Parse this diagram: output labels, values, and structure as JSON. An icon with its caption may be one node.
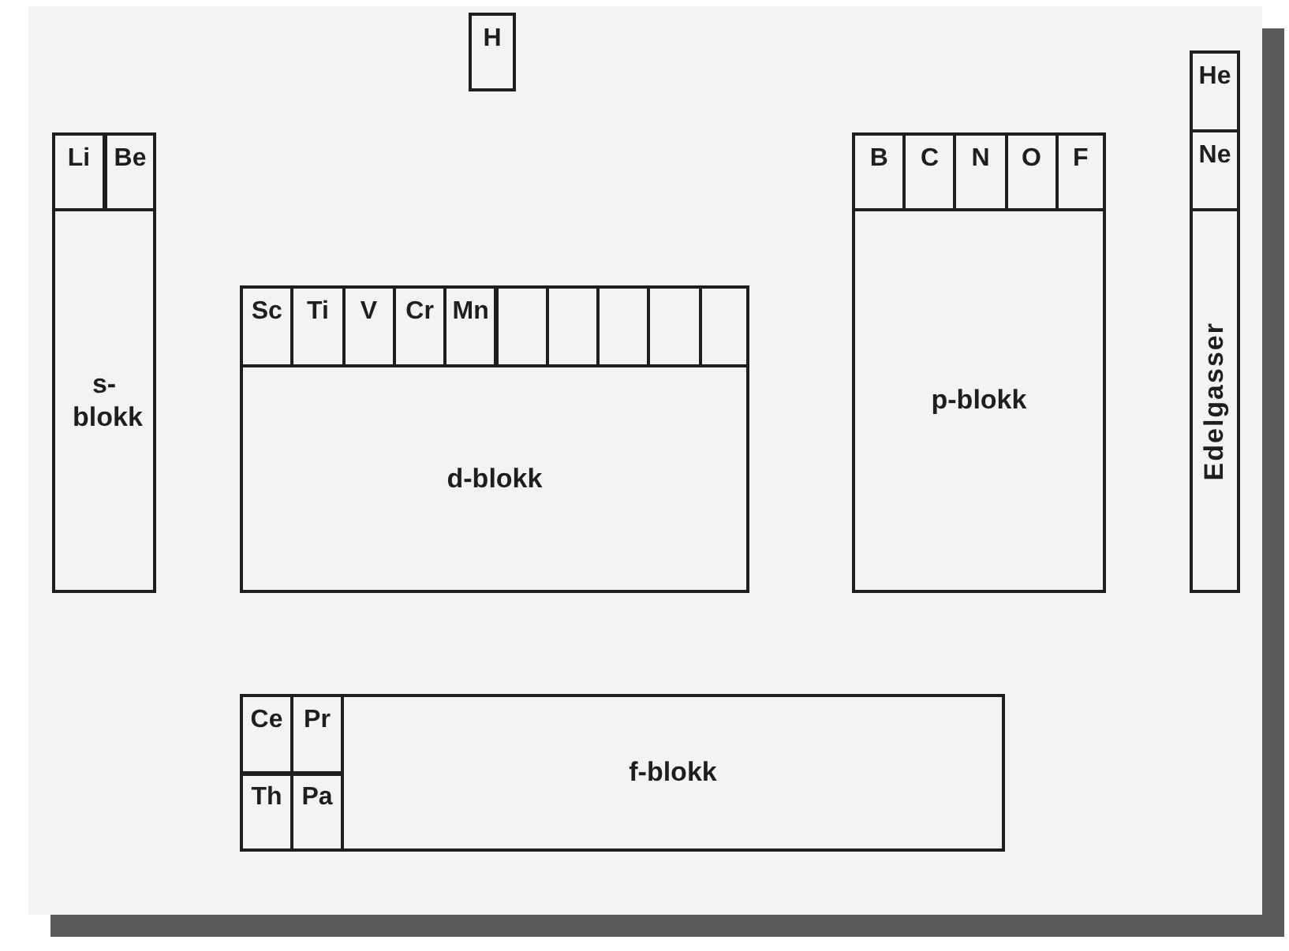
{
  "diagram": {
    "nodes": [
      {
        "text": [
          "H"
        ]
      },
      {
        "text": [
          "s- blokk"
        ]
      },
      {
        "text": [
          "Li"
        ],
        "in": 1
      },
      {
        "text": [
          "Be"
        ],
        "in": 1
      },
      {
        "text": [
          "d-blokk"
        ]
      },
      {
        "text": [
          "Sc"
        ],
        "in": 4
      },
      {
        "text": [
          "Ti"
        ],
        "in": 4
      },
      {
        "text": [
          "V"
        ],
        "in": 4
      },
      {
        "text": [
          "Cr"
        ],
        "in": 4
      },
      {
        "text": [
          "Mn"
        ],
        "in": 4
      },
      {
        "text": [],
        "shape": "box",
        "in": 4
      },
      {
        "text": [],
        "shape": "box",
        "in": 4
      },
      {
        "text": [],
        "shape": "box",
        "in": 4
      },
      {
        "text": [],
        "shape": "box",
        "in": 4
      },
      {
        "text": [],
        "shape": "box",
        "in": 4
      },
      {
        "text": [
          "p-blokk"
        ]
      },
      {
        "text": [
          "B"
        ],
        "in": 15
      },
      {
        "text": [
          "C"
        ],
        "in": 15
      },
      {
        "text": [
          "N"
        ],
        "in": 15
      },
      {
        "text": [
          "O"
        ],
        "in": 15
      },
      {
        "text": [
          "F"
        ],
        "in": 15
      },
      {
        "text": [
          "Edelgasser"
        ]
      },
      {
        "text": [
          "He"
        ],
        "in": 21
      },
      {
        "text": [
          "Ne"
        ],
        "in": 21
      },
      {
        "text": [
          "f-blokk"
        ]
      },
      {
        "text": [
          "Ce"
        ],
        "in": 24
      },
      {
        "text": [
          "Pr"
        ],
        "in": 24
      },
      {
        "text": [
          "Th"
        ],
        "in": 24
      },
      {
        "text": [
          "Pa"
        ],
        "in": 24
      }
    ]
  }
}
